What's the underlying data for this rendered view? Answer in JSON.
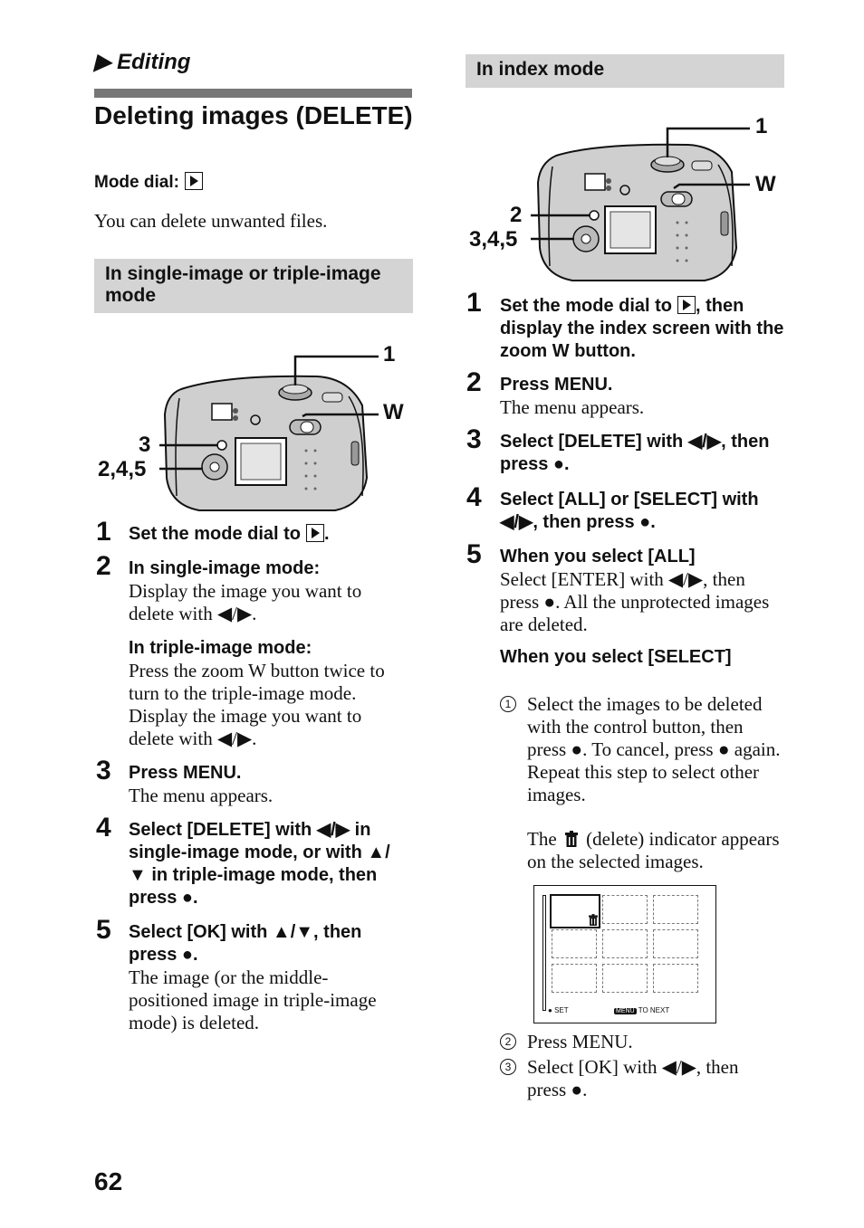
{
  "header": {
    "breadcrumb": "Editing",
    "title": "Deleting images (DELETE)"
  },
  "mode_dial": {
    "label": "Mode dial:",
    "icon": "play-icon"
  },
  "intro": "You can delete unwanted files.",
  "left_section": {
    "heading": "In single-image or triple-image mode",
    "callouts": {
      "dial": "1",
      "zoom": "W",
      "button": "3",
      "control": "2,4,5"
    },
    "steps": [
      {
        "num": "1",
        "head": "Set the mode dial to",
        "head_end": "."
      },
      {
        "num": "2",
        "head": "In single-image mode:",
        "body": "Display the image you want to delete with ◀/▶.",
        "head2": "In triple-image mode:",
        "body2": "Press the zoom W button twice to turn to the triple-image mode. Display the image you want to delete with ◀/▶."
      },
      {
        "num": "3",
        "head": "Press MENU.",
        "body": "The menu appears."
      },
      {
        "num": "4",
        "head": "Select [DELETE] with ◀/▶ in single-image mode, or with ▲/▼ in triple-image mode, then press ●."
      },
      {
        "num": "5",
        "head": "Select [OK] with ▲/▼, then press ●.",
        "body": "The image (or the middle-positioned image in triple-image mode) is deleted."
      }
    ]
  },
  "right_section": {
    "heading": "In index mode",
    "callouts": {
      "dial": "1",
      "zoom": "W",
      "button": "2",
      "control": "3,4,5"
    },
    "steps": [
      {
        "num": "1",
        "head_a": "Set the mode dial to",
        "head_b": ", then display the index screen with the zoom W button."
      },
      {
        "num": "2",
        "head": "Press MENU.",
        "body": "The menu appears."
      },
      {
        "num": "3",
        "head": "Select [DELETE] with ◀/▶, then press ●."
      },
      {
        "num": "4",
        "head": "Select [ALL] or [SELECT] with ◀/▶, then press ●."
      },
      {
        "num": "5",
        "head": "When you select [ALL]",
        "body": "Select [ENTER] with ◀/▶, then press ●. All the unprotected images are deleted.",
        "head2": "When you select [SELECT]"
      }
    ],
    "substeps": [
      {
        "mark": "1",
        "text": "Select the images to be deleted with the control button, then press ●. To cancel, press ● again. Repeat this step to select other images."
      },
      {
        "mark": "2",
        "text": "Press MENU."
      },
      {
        "mark": "3",
        "text": "Select [OK] with ◀/▶, then press ●."
      }
    ],
    "indicator_a": "The",
    "indicator_b": "(delete) indicator appears on the selected images.",
    "screen": {
      "set_label": "SET",
      "menu_badge": "MENU",
      "next_label": "TO NEXT"
    }
  },
  "page_number": "62"
}
